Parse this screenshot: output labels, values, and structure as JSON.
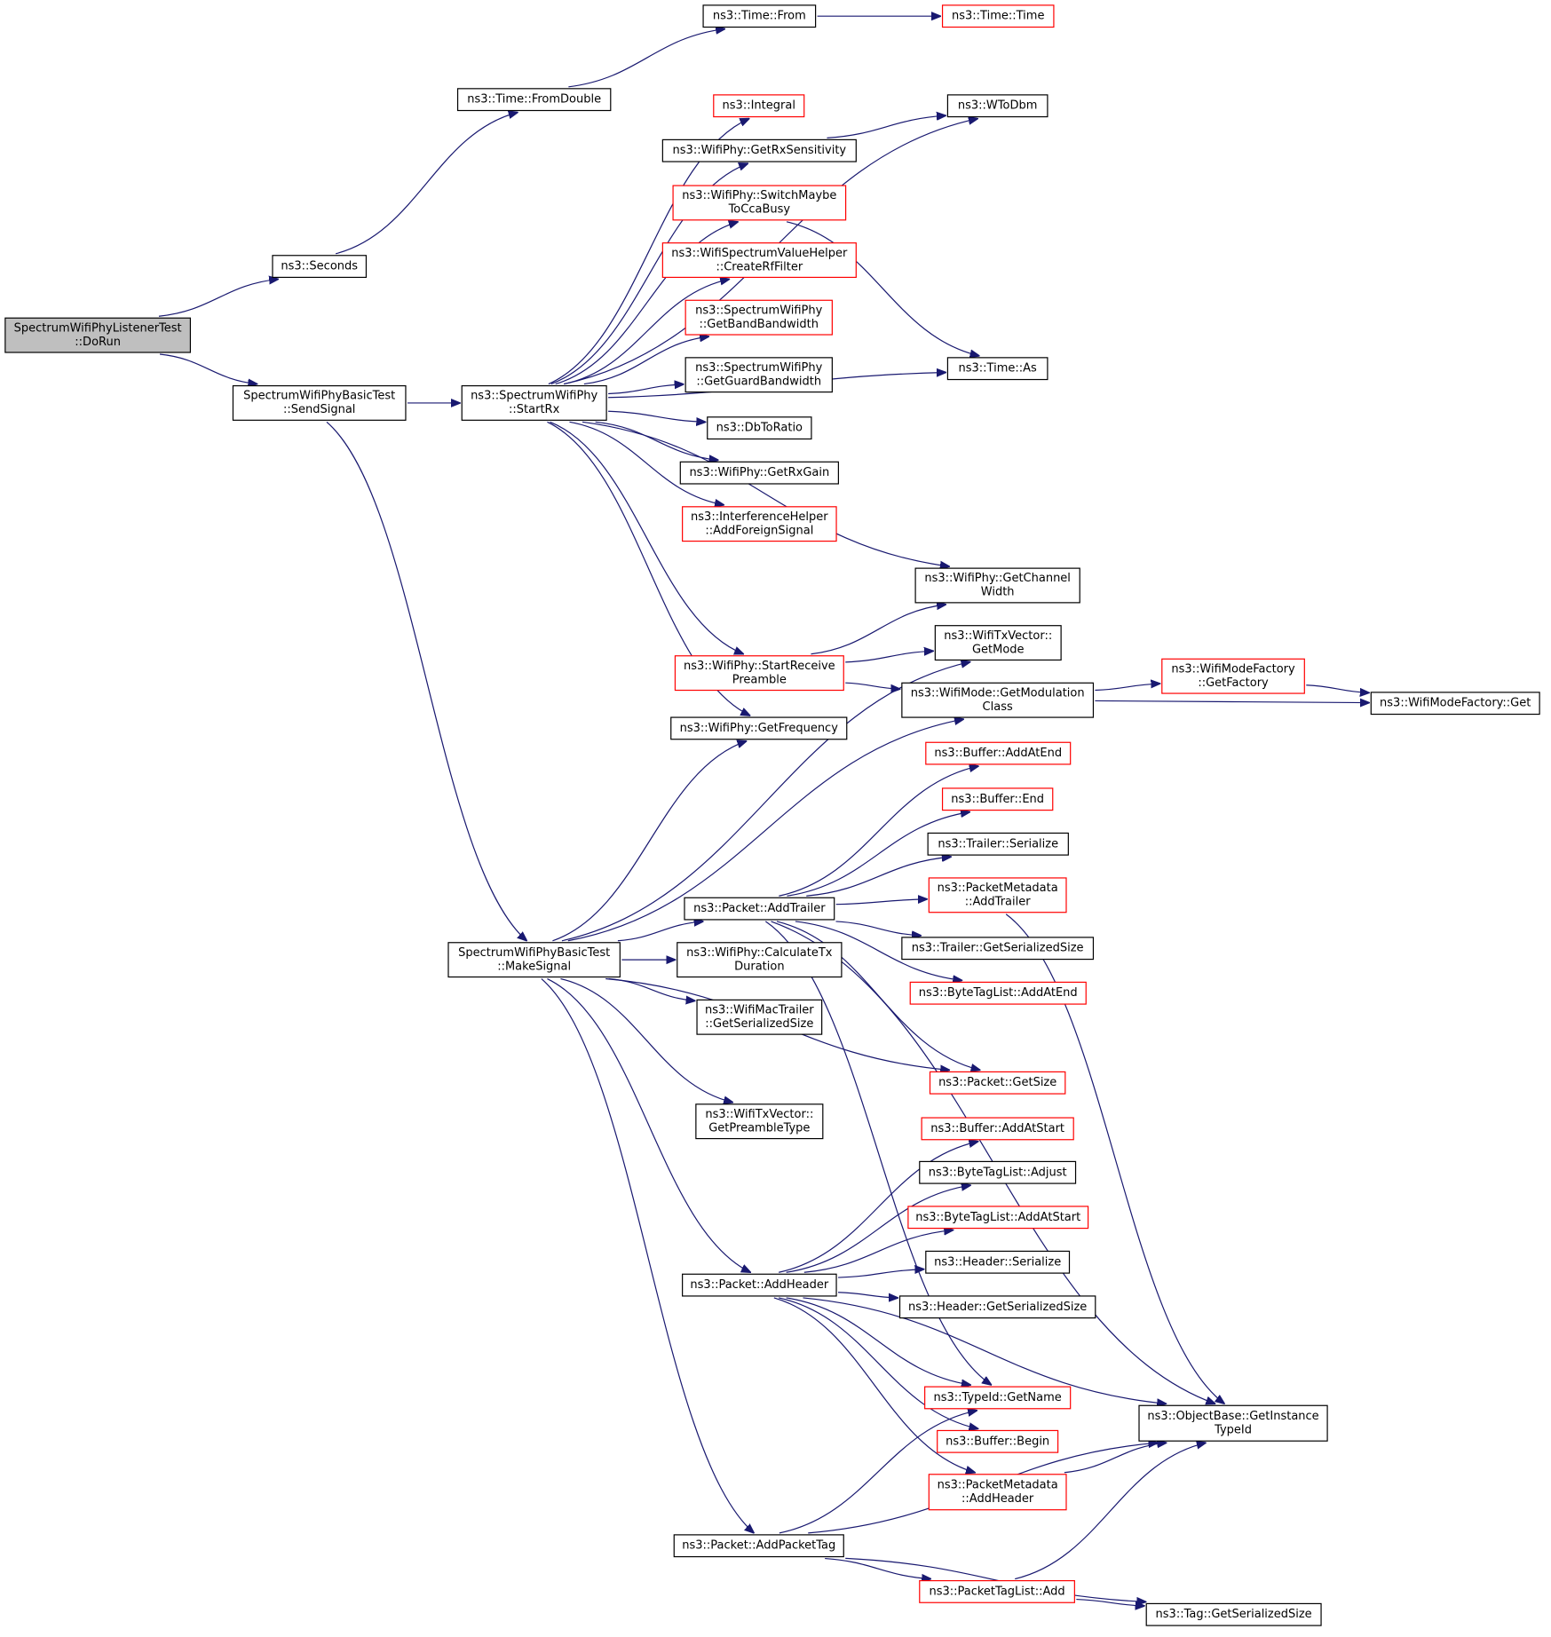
{
  "colors": {
    "edge": "#191970",
    "root_fill": "#bfbfbf",
    "node_fill": "#ffffff",
    "border_default": "#000000",
    "border_truncated": "#ff0000"
  },
  "nodes": {
    "doRun": {
      "lines": [
        "SpectrumWifiPhyListenerTest",
        "::DoRun"
      ],
      "kind": "root"
    },
    "seconds": {
      "lines": [
        "ns3::Seconds"
      ],
      "kind": "normal"
    },
    "fromDouble": {
      "lines": [
        "ns3::Time::FromDouble"
      ],
      "kind": "normal"
    },
    "timeFrom": {
      "lines": [
        "ns3::Time::From"
      ],
      "kind": "normal"
    },
    "timeTime": {
      "lines": [
        "ns3::Time::Time"
      ],
      "kind": "truncated"
    },
    "sendSignal": {
      "lines": [
        "SpectrumWifiPhyBasicTest",
        "::SendSignal"
      ],
      "kind": "normal"
    },
    "startRx": {
      "lines": [
        "ns3::SpectrumWifiPhy",
        "::StartRx"
      ],
      "kind": "normal"
    },
    "integral": {
      "lines": [
        "ns3::Integral"
      ],
      "kind": "truncated"
    },
    "getRxSens": {
      "lines": [
        "ns3::WifiPhy::GetRxSensitivity"
      ],
      "kind": "normal"
    },
    "wToDbm": {
      "lines": [
        "ns3::WToDbm"
      ],
      "kind": "normal"
    },
    "switchCca": {
      "lines": [
        "ns3::WifiPhy::SwitchMaybe",
        "ToCcaBusy"
      ],
      "kind": "truncated"
    },
    "createRf": {
      "lines": [
        "ns3::WifiSpectrumValueHelper",
        "::CreateRfFilter"
      ],
      "kind": "truncated"
    },
    "getBandBw": {
      "lines": [
        "ns3::SpectrumWifiPhy",
        "::GetBandBandwidth"
      ],
      "kind": "truncated"
    },
    "getGuardBw": {
      "lines": [
        "ns3::SpectrumWifiPhy",
        "::GetGuardBandwidth"
      ],
      "kind": "normal"
    },
    "timeAs": {
      "lines": [
        "ns3::Time::As"
      ],
      "kind": "normal"
    },
    "dbToRatio": {
      "lines": [
        "ns3::DbToRatio"
      ],
      "kind": "normal"
    },
    "getRxGain": {
      "lines": [
        "ns3::WifiPhy::GetRxGain"
      ],
      "kind": "normal"
    },
    "addForeign": {
      "lines": [
        "ns3::InterferenceHelper",
        "::AddForeignSignal"
      ],
      "kind": "truncated"
    },
    "getChanW": {
      "lines": [
        "ns3::WifiPhy::GetChannel",
        "Width"
      ],
      "kind": "normal"
    },
    "txGetMode": {
      "lines": [
        "ns3::WifiTxVector::",
        "GetMode"
      ],
      "kind": "normal"
    },
    "startRecv": {
      "lines": [
        "ns3::WifiPhy::StartReceive",
        "Preamble"
      ],
      "kind": "truncated"
    },
    "getModClass": {
      "lines": [
        "ns3::WifiMode::GetModulation",
        "Class"
      ],
      "kind": "normal"
    },
    "getFactory": {
      "lines": [
        "ns3::WifiModeFactory",
        "::GetFactory"
      ],
      "kind": "truncated"
    },
    "factoryGet": {
      "lines": [
        "ns3::WifiModeFactory::Get"
      ],
      "kind": "normal"
    },
    "getFreq": {
      "lines": [
        "ns3::WifiPhy::GetFrequency"
      ],
      "kind": "normal"
    },
    "bufAddAtEnd": {
      "lines": [
        "ns3::Buffer::AddAtEnd"
      ],
      "kind": "truncated"
    },
    "bufEnd": {
      "lines": [
        "ns3::Buffer::End"
      ],
      "kind": "truncated"
    },
    "trailerSer": {
      "lines": [
        "ns3::Trailer::Serialize"
      ],
      "kind": "normal"
    },
    "pmAddTrailer": {
      "lines": [
        "ns3::PacketMetadata",
        "::AddTrailer"
      ],
      "kind": "truncated"
    },
    "addTrailer": {
      "lines": [
        "ns3::Packet::AddTrailer"
      ],
      "kind": "normal"
    },
    "trailerSize": {
      "lines": [
        "ns3::Trailer::GetSerializedSize"
      ],
      "kind": "normal"
    },
    "btlAddAtEnd": {
      "lines": [
        "ns3::ByteTagList::AddAtEnd"
      ],
      "kind": "truncated"
    },
    "makeSignal": {
      "lines": [
        "SpectrumWifiPhyBasicTest",
        "::MakeSignal"
      ],
      "kind": "normal"
    },
    "calcTx": {
      "lines": [
        "ns3::WifiPhy::CalculateTx",
        "Duration"
      ],
      "kind": "normal"
    },
    "macTrailer": {
      "lines": [
        "ns3::WifiMacTrailer",
        "::GetSerializedSize"
      ],
      "kind": "normal"
    },
    "pktSize": {
      "lines": [
        "ns3::Packet::GetSize"
      ],
      "kind": "truncated"
    },
    "preambleType": {
      "lines": [
        "ns3::WifiTxVector::",
        "GetPreambleType"
      ],
      "kind": "normal"
    },
    "bufAddAtStart": {
      "lines": [
        "ns3::Buffer::AddAtStart"
      ],
      "kind": "truncated"
    },
    "btlAdjust": {
      "lines": [
        "ns3::ByteTagList::Adjust"
      ],
      "kind": "normal"
    },
    "btlAddAtStart": {
      "lines": [
        "ns3::ByteTagList::AddAtStart"
      ],
      "kind": "truncated"
    },
    "headerSer": {
      "lines": [
        "ns3::Header::Serialize"
      ],
      "kind": "normal"
    },
    "addHeader": {
      "lines": [
        "ns3::Packet::AddHeader"
      ],
      "kind": "normal"
    },
    "headerSize": {
      "lines": [
        "ns3::Header::GetSerializedSize"
      ],
      "kind": "normal"
    },
    "typeIdName": {
      "lines": [
        "ns3::TypeId::GetName"
      ],
      "kind": "truncated"
    },
    "getInstTid": {
      "lines": [
        "ns3::ObjectBase::GetInstance",
        "TypeId"
      ],
      "kind": "normal"
    },
    "bufBegin": {
      "lines": [
        "ns3::Buffer::Begin"
      ],
      "kind": "truncated"
    },
    "pmAddHeader": {
      "lines": [
        "ns3::PacketMetadata",
        "::AddHeader"
      ],
      "kind": "truncated"
    },
    "addPktTag": {
      "lines": [
        "ns3::Packet::AddPacketTag"
      ],
      "kind": "normal"
    },
    "ptlAdd": {
      "lines": [
        "ns3::PacketTagList::Add"
      ],
      "kind": "truncated"
    },
    "tagSize": {
      "lines": [
        "ns3::Tag::GetSerializedSize"
      ],
      "kind": "normal"
    }
  },
  "edges": [
    [
      "doRun",
      "seconds"
    ],
    [
      "doRun",
      "sendSignal"
    ],
    [
      "seconds",
      "fromDouble"
    ],
    [
      "fromDouble",
      "timeFrom"
    ],
    [
      "timeFrom",
      "timeTime"
    ],
    [
      "sendSignal",
      "startRx"
    ],
    [
      "sendSignal",
      "makeSignal"
    ],
    [
      "startRx",
      "wToDbm"
    ],
    [
      "startRx",
      "integral"
    ],
    [
      "startRx",
      "getRxSens"
    ],
    [
      "startRx",
      "switchCca"
    ],
    [
      "startRx",
      "createRf"
    ],
    [
      "startRx",
      "getBandBw"
    ],
    [
      "startRx",
      "getGuardBw"
    ],
    [
      "startRx",
      "dbToRatio"
    ],
    [
      "startRx",
      "getRxGain"
    ],
    [
      "startRx",
      "addForeign"
    ],
    [
      "startRx",
      "timeAs"
    ],
    [
      "startRx",
      "getChanW"
    ],
    [
      "startRx",
      "startRecv"
    ],
    [
      "startRx",
      "getFreq"
    ],
    [
      "getRxSens",
      "wToDbm"
    ],
    [
      "switchCca",
      "timeAs"
    ],
    [
      "startRecv",
      "getChanW"
    ],
    [
      "startRecv",
      "txGetMode"
    ],
    [
      "startRecv",
      "getModClass"
    ],
    [
      "getModClass",
      "getFactory"
    ],
    [
      "getModClass",
      "factoryGet"
    ],
    [
      "getFactory",
      "factoryGet"
    ],
    [
      "makeSignal",
      "getFreq"
    ],
    [
      "makeSignal",
      "txGetMode"
    ],
    [
      "makeSignal",
      "getModClass"
    ],
    [
      "makeSignal",
      "addTrailer"
    ],
    [
      "makeSignal",
      "calcTx"
    ],
    [
      "makeSignal",
      "macTrailer"
    ],
    [
      "makeSignal",
      "pktSize"
    ],
    [
      "makeSignal",
      "preambleType"
    ],
    [
      "makeSignal",
      "addHeader"
    ],
    [
      "makeSignal",
      "addPktTag"
    ],
    [
      "addTrailer",
      "bufAddAtEnd"
    ],
    [
      "addTrailer",
      "bufEnd"
    ],
    [
      "addTrailer",
      "trailerSer"
    ],
    [
      "addTrailer",
      "pmAddTrailer"
    ],
    [
      "addTrailer",
      "trailerSize"
    ],
    [
      "addTrailer",
      "btlAddAtEnd"
    ],
    [
      "addTrailer",
      "pktSize"
    ],
    [
      "addTrailer",
      "getInstTid"
    ],
    [
      "addTrailer",
      "typeIdName"
    ],
    [
      "pmAddTrailer",
      "getInstTid"
    ],
    [
      "addHeader",
      "bufAddAtStart"
    ],
    [
      "addHeader",
      "btlAdjust"
    ],
    [
      "addHeader",
      "btlAddAtStart"
    ],
    [
      "addHeader",
      "headerSer"
    ],
    [
      "addHeader",
      "headerSize"
    ],
    [
      "addHeader",
      "getInstTid"
    ],
    [
      "addHeader",
      "typeIdName"
    ],
    [
      "addHeader",
      "bufBegin"
    ],
    [
      "addHeader",
      "pmAddHeader"
    ],
    [
      "pmAddHeader",
      "getInstTid"
    ],
    [
      "addPktTag",
      "typeIdName"
    ],
    [
      "addPktTag",
      "getInstTid"
    ],
    [
      "addPktTag",
      "ptlAdd"
    ],
    [
      "addPktTag",
      "tagSize"
    ],
    [
      "ptlAdd",
      "getInstTid"
    ],
    [
      "ptlAdd",
      "tagSize"
    ]
  ]
}
